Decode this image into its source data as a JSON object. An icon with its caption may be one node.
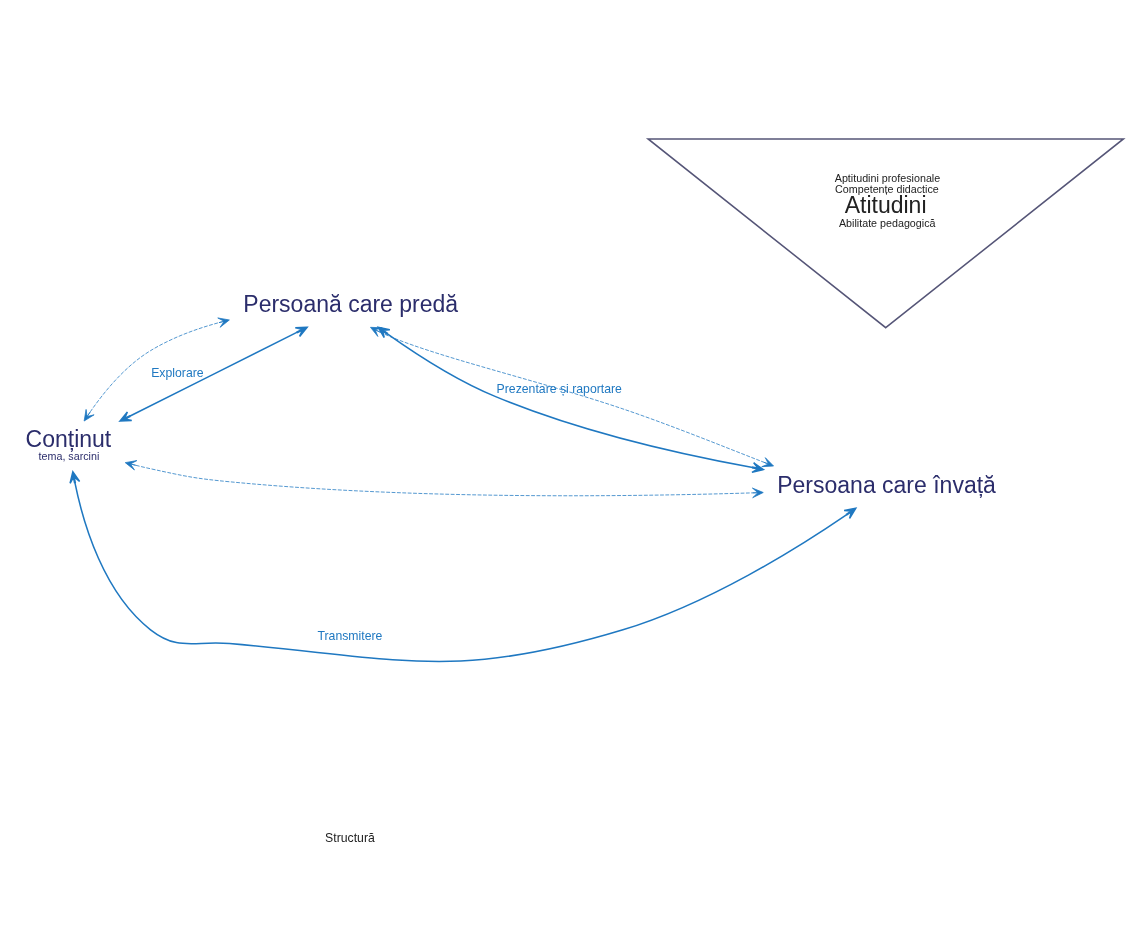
{
  "diagram": {
    "nodes": [
      {
        "text": [
          "Conținut",
          "tema, sarcini"
        ]
      },
      {
        "text": [
          "Persoană care predă"
        ]
      },
      {
        "text": [
          "Aptitudini profesionale",
          "Competențe didactice",
          "Atitudini",
          "Abilitate pedagogică"
        ]
      },
      {
        "text": [
          "Persoana care învață"
        ]
      }
    ],
    "edges": [
      {
        "from": 0,
        "to": 1,
        "arrow": "both",
        "label": "Explorare"
      },
      {
        "from": 0,
        "to": 3,
        "arrow": "both",
        "label": "Transmitere"
      },
      {
        "from": 1,
        "to": 3,
        "arrow": "both",
        "label": "Prezentare și raportare"
      },
      {
        "from": 0,
        "to": 1,
        "arrow": "both",
        "style": "dashed"
      },
      {
        "from": 0,
        "to": 3,
        "arrow": "both",
        "style": "dashed"
      },
      {
        "from": 1,
        "to": 3,
        "arrow": "both",
        "style": "dashed"
      }
    ],
    "labels": [
      "Structură"
    ]
  }
}
